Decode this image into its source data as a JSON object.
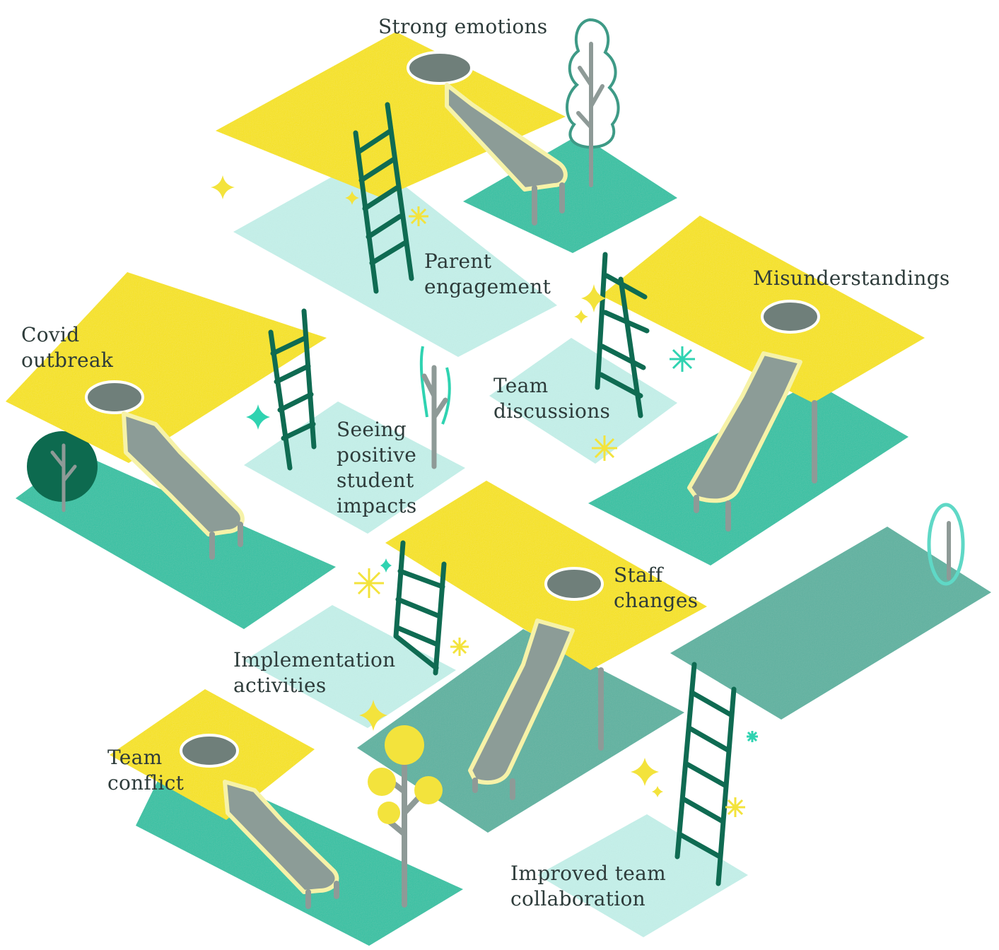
{
  "colors": {
    "platform": "#f8e41c",
    "ground_dark": "#34c2a4",
    "ground_mid": "#5fb3a1",
    "ground_light": "#c5f1ea",
    "ladder": "#0f6b52",
    "slide": "#8c9c97",
    "slide_rim": "#f6f2a8",
    "hole": "#6f7f7a",
    "trunk": "#8e9a97",
    "sparkle_yellow": "#f3e33c",
    "sparkle_teal": "#2fd3b1",
    "label_text": "#2d3b3a"
  },
  "labels": {
    "strong_emotions": [
      "Strong emotions"
    ],
    "parent_engagement": [
      "Parent",
      "engagement"
    ],
    "misunderstandings": [
      "Misunderstandings"
    ],
    "covid_outbreak": [
      "Covid",
      "outbreak"
    ],
    "team_discussions": [
      "Team",
      "discussions"
    ],
    "seeing_positive": [
      "Seeing",
      "positive",
      "student",
      "impacts"
    ],
    "staff_changes": [
      "Staff",
      "changes"
    ],
    "implementation": [
      "Implementation",
      "activities"
    ],
    "team_conflict": [
      "Team",
      "conflict"
    ],
    "improved_collab": [
      "Improved team",
      "collaboration"
    ]
  },
  "icons": [
    "ladder-icon",
    "slide-icon",
    "tree-icon",
    "sparkle-icon"
  ]
}
